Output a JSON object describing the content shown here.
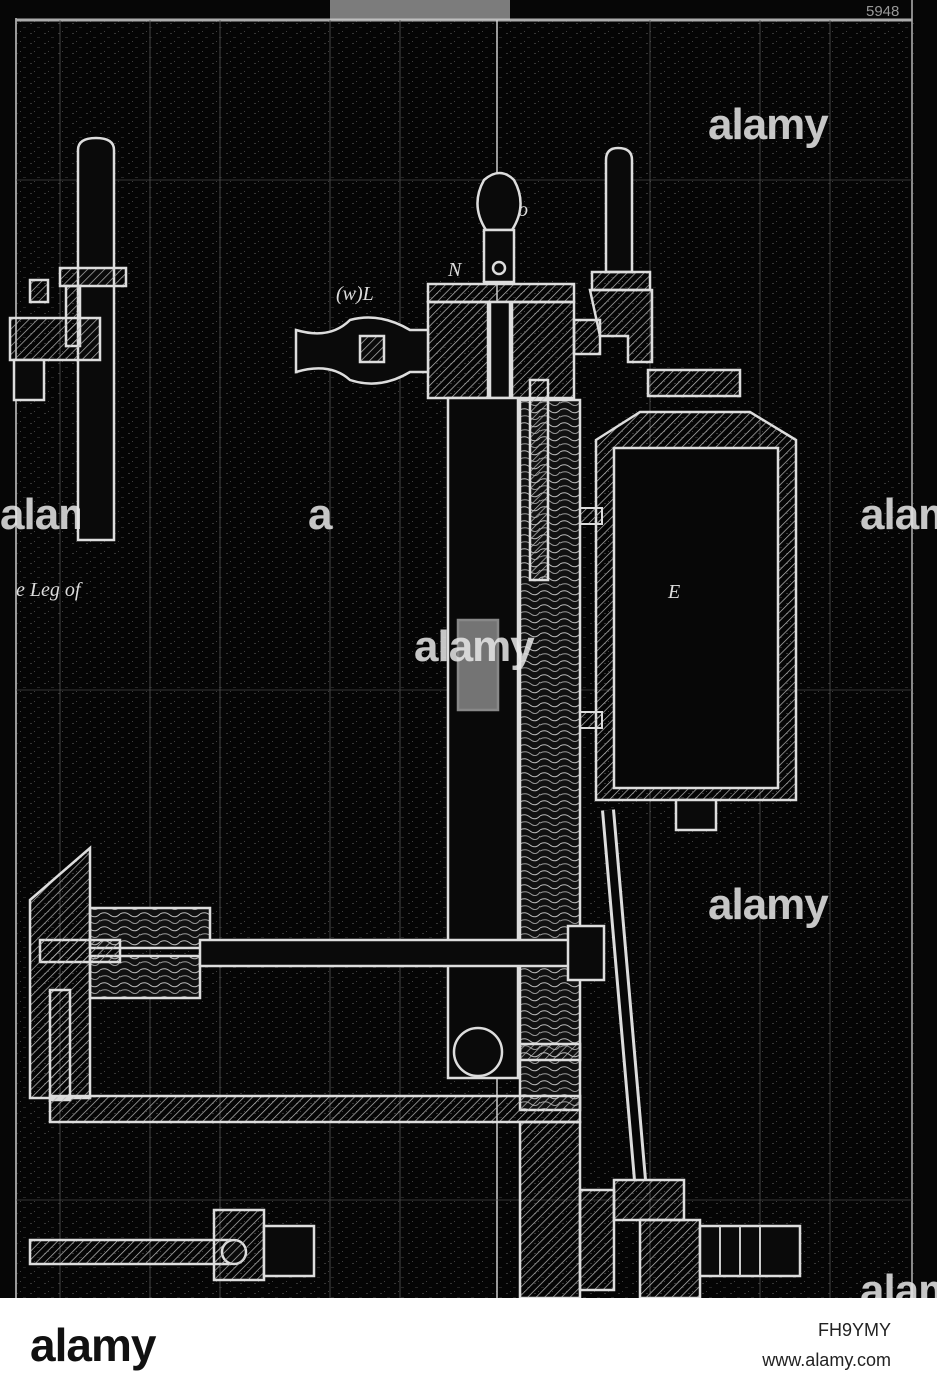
{
  "image": {
    "subject": "Engineering cross-section drawing, white-on-black blueprint",
    "labels": {
      "o": "o",
      "n": "N",
      "wl": "(w)L",
      "e": "E",
      "leg_of": "e Leg of",
      "corner_id": "5948"
    }
  },
  "watermarks": [
    "alamy",
    "a",
    "alam"
  ],
  "footer": {
    "logo": "alamy",
    "image_id": "FH9YMY",
    "url": "www.alamy.com"
  }
}
